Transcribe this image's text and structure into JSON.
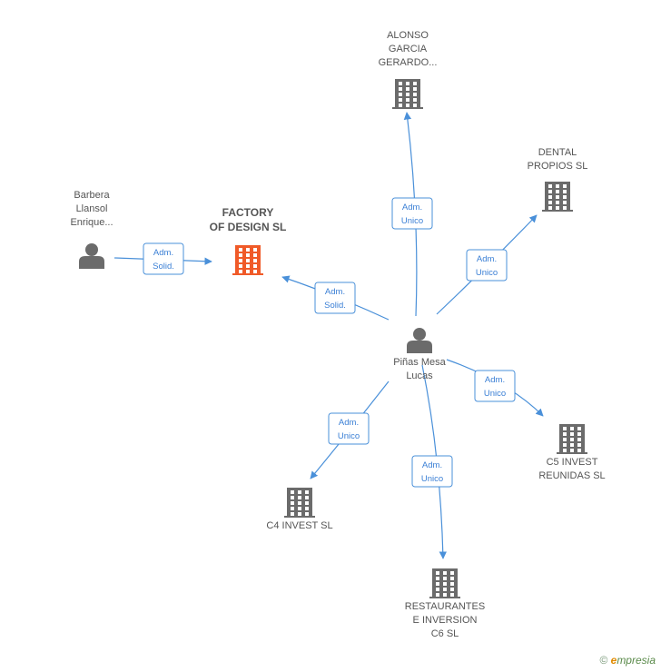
{
  "colors": {
    "edge": "#4a90d9",
    "node_gray": "#6b6b6b",
    "node_focus": "#f05a28",
    "label_border": "#4a90d9"
  },
  "nodes": [
    {
      "id": "alonso",
      "type": "company",
      "label_lines": [
        "ALONSO",
        "GARCIA",
        "GERARDO..."
      ]
    },
    {
      "id": "dental",
      "type": "company",
      "label_lines": [
        "DENTAL",
        "PROPIOS SL"
      ]
    },
    {
      "id": "barbera",
      "type": "person",
      "label_lines": [
        "Barbera",
        "Llansol",
        "Enrique..."
      ]
    },
    {
      "id": "factory",
      "type": "company-focus",
      "label_lines": [
        "FACTORY",
        "OF DESIGN SL"
      ]
    },
    {
      "id": "pinas",
      "type": "person",
      "label_lines": [
        "Piñas Mesa",
        "Lucas"
      ]
    },
    {
      "id": "c5",
      "type": "company",
      "label_lines": [
        "C5 INVEST",
        "REUNIDAS SL"
      ]
    },
    {
      "id": "c4",
      "type": "company",
      "label_lines": [
        "C4 INVEST SL"
      ]
    },
    {
      "id": "rest",
      "type": "company",
      "label_lines": [
        "RESTAURANTES",
        "E INVERSION",
        "C6 SL"
      ]
    }
  ],
  "edges": [
    {
      "from": "barbera",
      "to": "factory",
      "label_lines": [
        "Adm.",
        "Solid."
      ]
    },
    {
      "from": "pinas",
      "to": "factory",
      "label_lines": [
        "Adm.",
        "Solid."
      ]
    },
    {
      "from": "pinas",
      "to": "alonso",
      "label_lines": [
        "Adm.",
        "Unico"
      ]
    },
    {
      "from": "pinas",
      "to": "dental",
      "label_lines": [
        "Adm.",
        "Unico"
      ]
    },
    {
      "from": "pinas",
      "to": "c5",
      "label_lines": [
        "Adm.",
        "Unico"
      ]
    },
    {
      "from": "pinas",
      "to": "c4",
      "label_lines": [
        "Adm.",
        "Unico"
      ]
    },
    {
      "from": "pinas",
      "to": "rest",
      "label_lines": [
        "Adm.",
        "Unico"
      ]
    }
  ],
  "footer": {
    "copyright_symbol": "©",
    "brand_initial": "e",
    "brand_rest": "mpresia"
  }
}
